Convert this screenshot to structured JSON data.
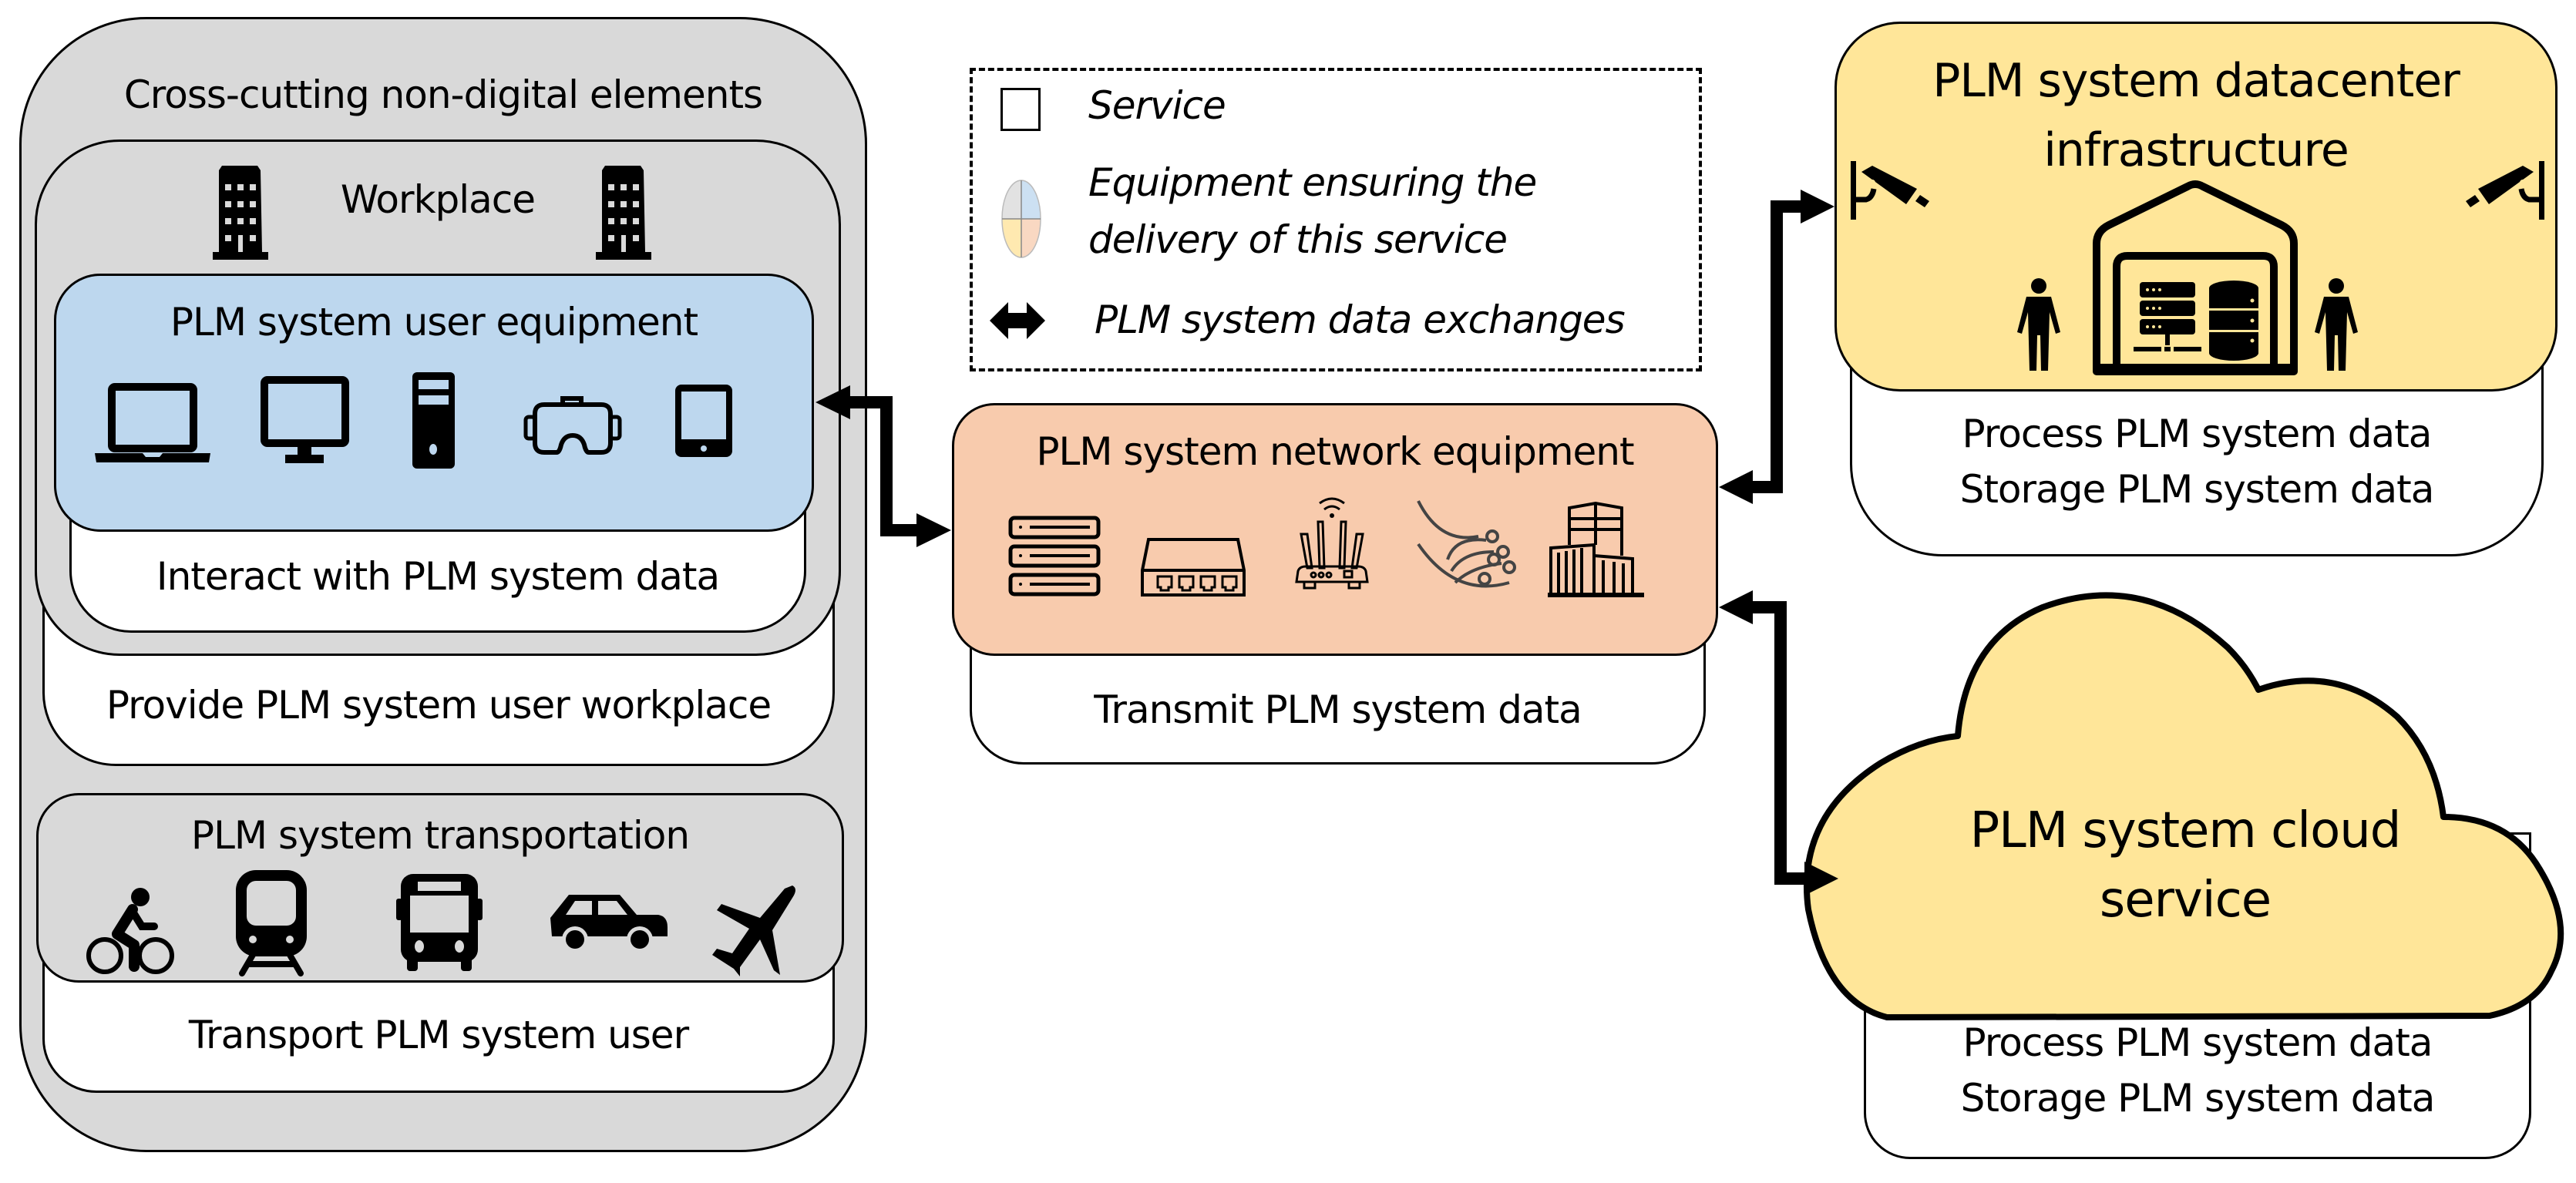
{
  "cross_cutting": {
    "title": "Cross-cutting non-digital elements",
    "color": "#D9D9D9"
  },
  "workplace": {
    "title": "Workplace",
    "service": "Provide PLM system user workplace",
    "icons": [
      "office-building-icon",
      "office-building-icon"
    ]
  },
  "user_equipment": {
    "title": "PLM system user equipment",
    "service": "Interact with PLM system data",
    "color": "#BDD7EE",
    "icons": [
      "laptop-icon",
      "desktop-monitor-icon",
      "pc-tower-icon",
      "vr-headset-icon",
      "tablet-icon"
    ]
  },
  "transportation": {
    "title": "PLM system transportation",
    "service": "Transport PLM system user",
    "icons": [
      "bicycle-icon",
      "train-icon",
      "bus-icon",
      "car-icon",
      "airplane-icon"
    ]
  },
  "legend": {
    "service_label": "Service",
    "equipment_label_line1": "Equipment ensuring the",
    "equipment_label_line2": "delivery of this service",
    "exchange_label": "PLM system data exchanges",
    "quadrant_colors": [
      "#D9D9D9",
      "#BDD7EE",
      "#FFE699",
      "#F8CBAD"
    ]
  },
  "network": {
    "title": "PLM system network equipment",
    "service": "Transmit PLM system data",
    "color": "#F8CBAD",
    "icons": [
      "server-rack-icon",
      "network-switch-icon",
      "wifi-router-icon",
      "fiber-optic-icon",
      "office-towers-icon"
    ]
  },
  "datacenter": {
    "title_line1": "PLM system datacenter",
    "title_line2": "infrastructure",
    "service_line1": "Process PLM system data",
    "service_line2": "Storage PLM system data",
    "color": "#FFE699",
    "icons": [
      "security-camera-icon",
      "person-icon",
      "datacenter-building-icon",
      "person-icon",
      "security-camera-icon"
    ]
  },
  "cloud": {
    "title_line1": "PLM system cloud",
    "title_line2": "service",
    "service_line1": "Process PLM system data",
    "service_line2": "Storage PLM system data",
    "color": "#FFE699"
  },
  "connections": [
    {
      "from": "user_equipment",
      "to": "network",
      "type": "bidirectional"
    },
    {
      "from": "network",
      "to": "datacenter",
      "type": "bidirectional"
    },
    {
      "from": "network",
      "to": "cloud",
      "type": "bidirectional"
    }
  ]
}
